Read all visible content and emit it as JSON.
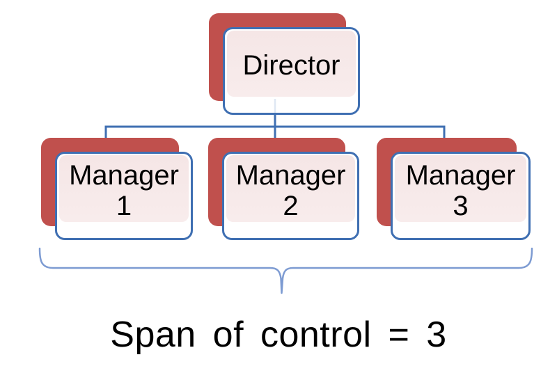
{
  "diagram": {
    "director": {
      "label": "Director"
    },
    "managers": [
      {
        "label": "Manager",
        "number": "1"
      },
      {
        "label": "Manager",
        "number": "2"
      },
      {
        "label": "Manager",
        "number": "3"
      }
    ],
    "caption": "Span of control = 3",
    "span_of_control": "3",
    "colors": {
      "shadow_red": "#c0504d",
      "box_fill": "#f8ecec",
      "box_border": "#3f6fb2",
      "connector": "#3f6fb2",
      "brace": "#7d9bd2",
      "text": "#000000"
    }
  }
}
